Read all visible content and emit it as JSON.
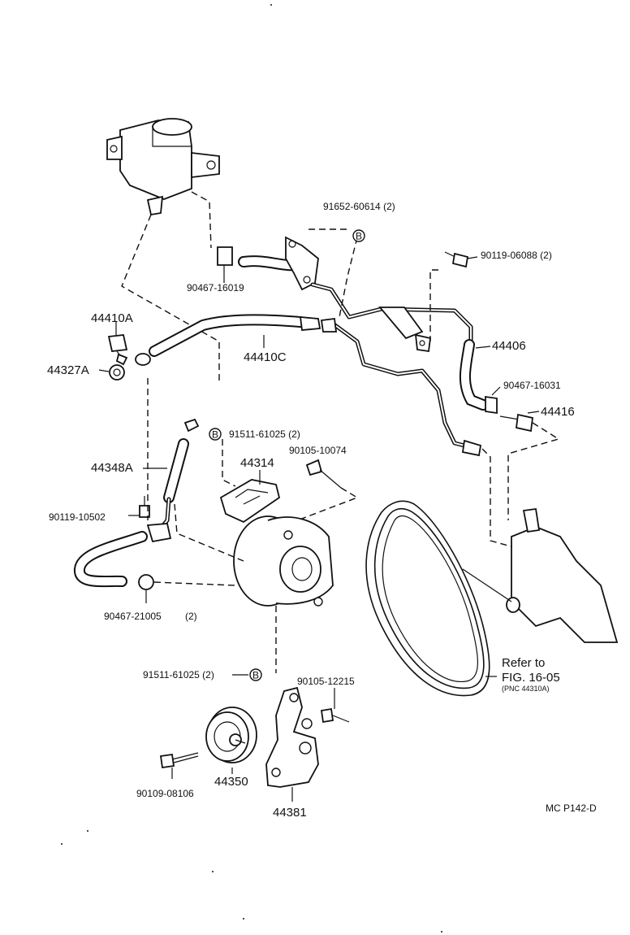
{
  "diagram": {
    "parts": {
      "p91652": "91652-60614 (2)",
      "p90119a": "90119-06088 (2)",
      "p90467a": "90467-16019",
      "p44410A": "44410A",
      "p44327A": "44327A",
      "p44410C": "44410C",
      "p44406": "44406",
      "p90467b": "90467-16031",
      "p44416": "44416",
      "p91511a": "91511-61025 (2)",
      "p90105a": "90105-10074",
      "p44348A": "44348A",
      "p44314": "44314",
      "p90119b": "90119-10502",
      "p90467c": "90467-21005",
      "p90467c_qty": "(2)",
      "p91511b": "91511-61025 (2)",
      "p90105b": "90105-12215",
      "p44350": "44350",
      "p90109": "90109-08106",
      "p44381": "44381"
    },
    "bolt_marker": "B",
    "refer": {
      "line1": "Refer to",
      "line2": "FIG. 16-05",
      "line3": "(PNC 44310A)"
    },
    "code": "MC P142-D"
  }
}
